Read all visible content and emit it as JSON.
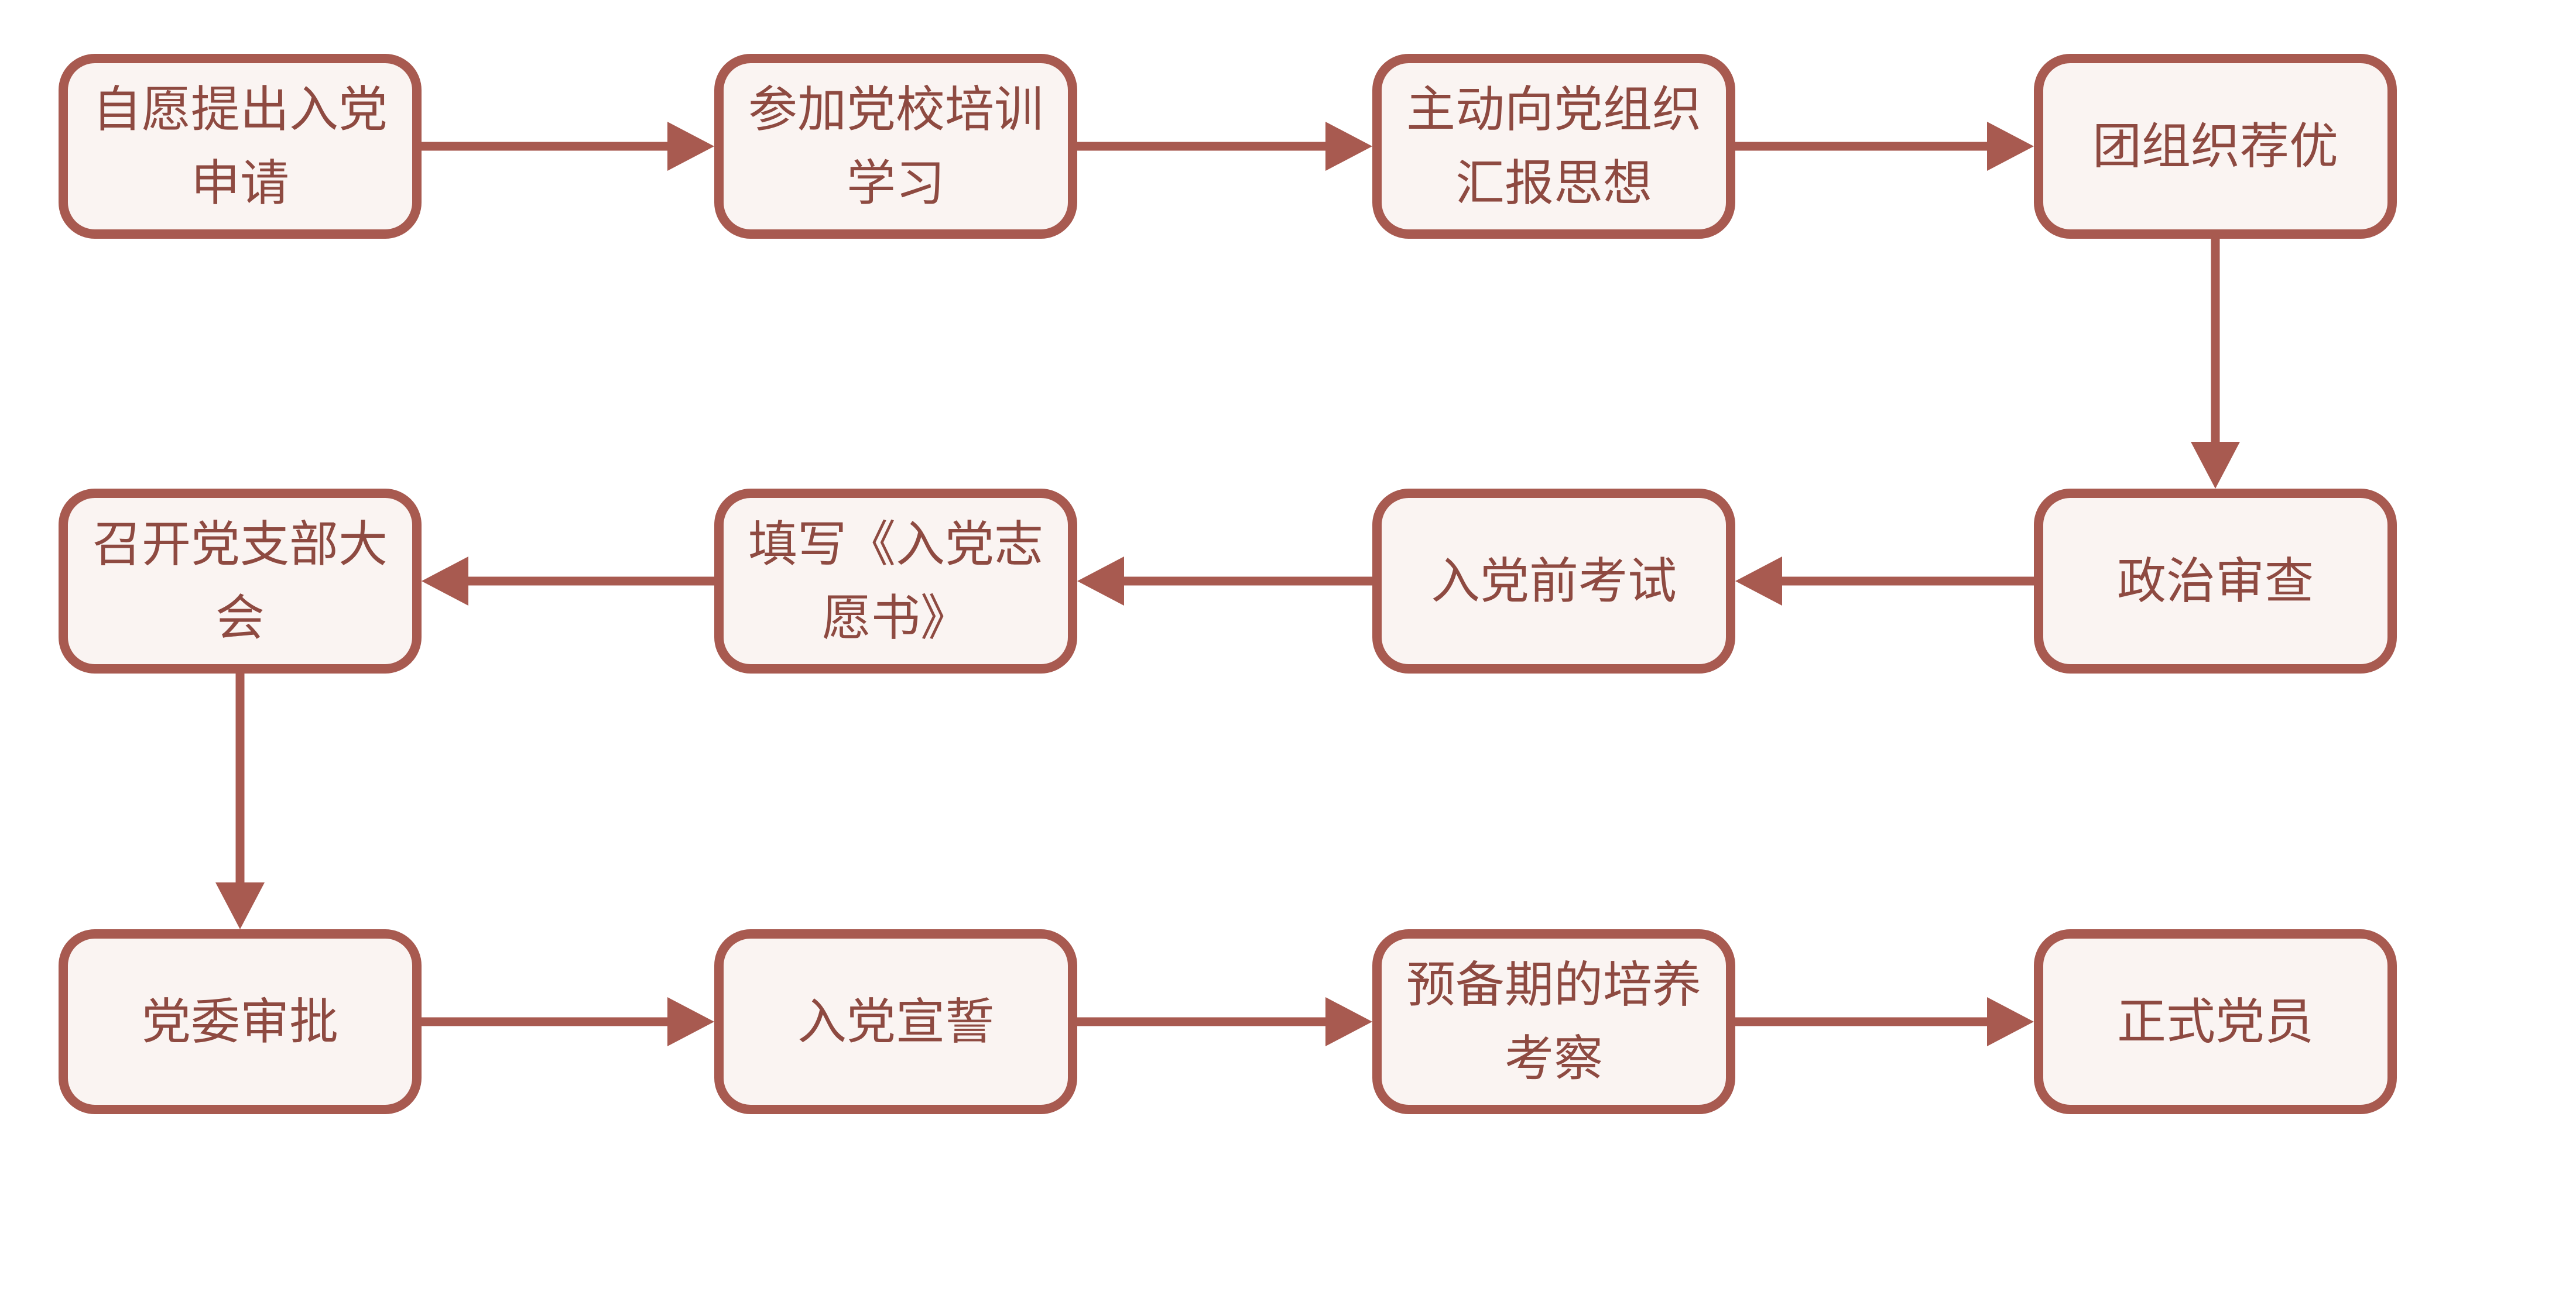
{
  "diagram": {
    "type": "flowchart",
    "colors": {
      "page_bg": "#ffffff",
      "node_fill": "#faf4f2",
      "node_border": "#a85a50",
      "text_color": "#8e4a41",
      "arrow_color": "#a85a50"
    },
    "nodes": [
      {
        "id": "apply",
        "label": "自愿提出入党申请"
      },
      {
        "id": "party-school-training",
        "label": "参加党校培训学习"
      },
      {
        "id": "thought-report",
        "label": "主动向党组织汇报思想"
      },
      {
        "id": "league-recommendation",
        "label": "团组织荐优"
      },
      {
        "id": "political-review",
        "label": "政治审查"
      },
      {
        "id": "pre-party-exam",
        "label": "入党前考试"
      },
      {
        "id": "application-form",
        "label": "填写《入党志愿书》"
      },
      {
        "id": "branch-meeting",
        "label": "召开党支部大会"
      },
      {
        "id": "committee-approval",
        "label": "党委审批"
      },
      {
        "id": "oath",
        "label": "入党宣誓"
      },
      {
        "id": "probation-review",
        "label": "预备期的培养考察"
      },
      {
        "id": "full-member",
        "label": "正式党员"
      }
    ],
    "edges": [
      {
        "from": "apply",
        "to": "party-school-training"
      },
      {
        "from": "party-school-training",
        "to": "thought-report"
      },
      {
        "from": "thought-report",
        "to": "league-recommendation"
      },
      {
        "from": "league-recommendation",
        "to": "political-review"
      },
      {
        "from": "political-review",
        "to": "pre-party-exam"
      },
      {
        "from": "pre-party-exam",
        "to": "application-form"
      },
      {
        "from": "application-form",
        "to": "branch-meeting"
      },
      {
        "from": "branch-meeting",
        "to": "committee-approval"
      },
      {
        "from": "committee-approval",
        "to": "oath"
      },
      {
        "from": "oath",
        "to": "probation-review"
      },
      {
        "from": "probation-review",
        "to": "full-member"
      }
    ]
  }
}
